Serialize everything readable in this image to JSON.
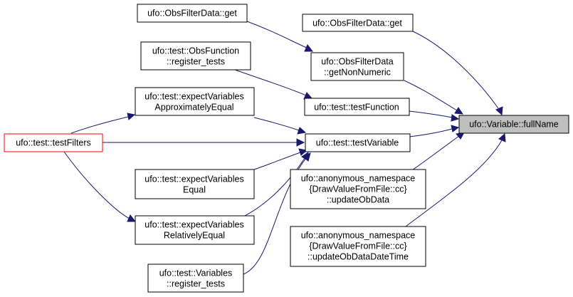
{
  "graph": {
    "nodes": [
      {
        "id": "n_obsget1",
        "lines": [
          "ufo::ObsFilterData::get"
        ]
      },
      {
        "id": "n_obsget2",
        "lines": [
          "ufo::ObsFilterData::get"
        ]
      },
      {
        "id": "n_obsfunc_reg",
        "lines": [
          "ufo::test::ObsFunction",
          "::register_tests"
        ]
      },
      {
        "id": "n_getnonnumeric",
        "lines": [
          "ufo::ObsFilterData",
          "::getNonNumeric"
        ]
      },
      {
        "id": "n_expect_approx",
        "lines": [
          "ufo::test::expectVariables",
          "ApproximatelyEqual"
        ]
      },
      {
        "id": "n_testfunction",
        "lines": [
          "ufo::test::testFunction"
        ]
      },
      {
        "id": "n_fullname",
        "lines": [
          "ufo::Variable::fullName"
        ]
      },
      {
        "id": "n_testfilters",
        "lines": [
          "ufo::test::testFilters"
        ]
      },
      {
        "id": "n_testvariable",
        "lines": [
          "ufo::test::testVariable"
        ]
      },
      {
        "id": "n_expect_equal",
        "lines": [
          "ufo::test::expectVariables",
          "Equal"
        ]
      },
      {
        "id": "n_updateobdata",
        "lines": [
          "ufo::anonymous_namespace",
          "{DrawValueFromFile::cc}",
          "::updateObData"
        ]
      },
      {
        "id": "n_expect_rel",
        "lines": [
          "ufo::test::expectVariables",
          "RelativelyEqual"
        ]
      },
      {
        "id": "n_updateobdatadt",
        "lines": [
          "ufo::anonymous_namespace",
          "{DrawValueFromFile::cc}",
          "::updateObDataDateTime"
        ]
      },
      {
        "id": "n_variables_reg",
        "lines": [
          "ufo::test::Variables",
          "::register_tests"
        ]
      }
    ]
  }
}
